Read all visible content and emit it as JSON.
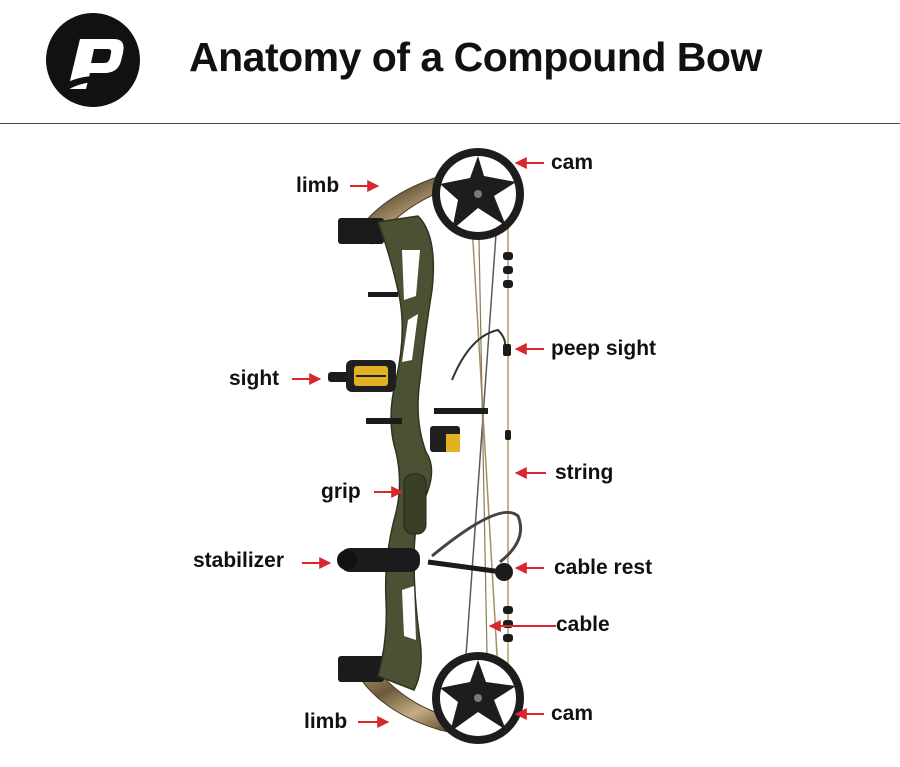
{
  "header": {
    "title": "Anatomy of a Compound Bow",
    "logo_icon": "brand-logo-icon"
  },
  "colors": {
    "arrow": "#d8282e",
    "riser": "#4b5233",
    "text": "#111111",
    "logo": "#111111"
  },
  "labels": {
    "cam_top": "cam",
    "limb_top": "limb",
    "peep_sight": "peep sight",
    "sight": "sight",
    "string": "string",
    "grip": "grip",
    "stabilizer": "stabilizer",
    "cable_rest": "cable rest",
    "cable": "cable",
    "limb_bottom": "limb",
    "cam_bottom": "cam"
  }
}
